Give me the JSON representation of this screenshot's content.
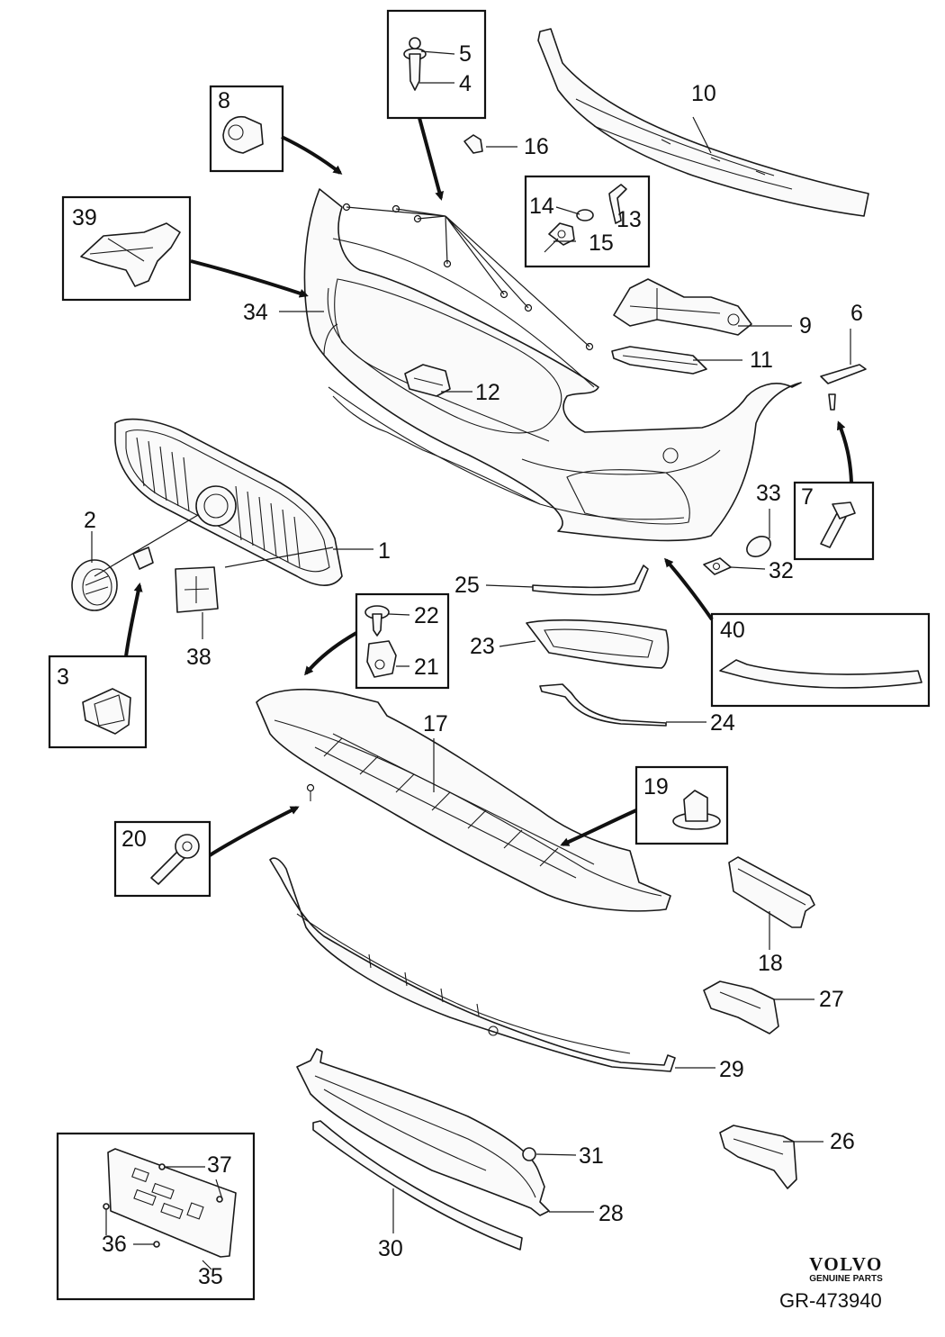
{
  "parts": [
    {
      "id": "1"
    },
    {
      "id": "2"
    },
    {
      "id": "3"
    },
    {
      "id": "4"
    },
    {
      "id": "5"
    },
    {
      "id": "6"
    },
    {
      "id": "7"
    },
    {
      "id": "8"
    },
    {
      "id": "9"
    },
    {
      "id": "10"
    },
    {
      "id": "11"
    },
    {
      "id": "12"
    },
    {
      "id": "13"
    },
    {
      "id": "14"
    },
    {
      "id": "15"
    },
    {
      "id": "16"
    },
    {
      "id": "17"
    },
    {
      "id": "18"
    },
    {
      "id": "19"
    },
    {
      "id": "20"
    },
    {
      "id": "21"
    },
    {
      "id": "22"
    },
    {
      "id": "23"
    },
    {
      "id": "24"
    },
    {
      "id": "25"
    },
    {
      "id": "26"
    },
    {
      "id": "27"
    },
    {
      "id": "28"
    },
    {
      "id": "29"
    },
    {
      "id": "30"
    },
    {
      "id": "31"
    },
    {
      "id": "32"
    },
    {
      "id": "33"
    },
    {
      "id": "34"
    },
    {
      "id": "35"
    },
    {
      "id": "36"
    },
    {
      "id": "37"
    },
    {
      "id": "38"
    },
    {
      "id": "39"
    },
    {
      "id": "40"
    }
  ],
  "brand": {
    "name": "VOLVO",
    "tagline": "GENUINE PARTS"
  },
  "reference": "GR-473940"
}
